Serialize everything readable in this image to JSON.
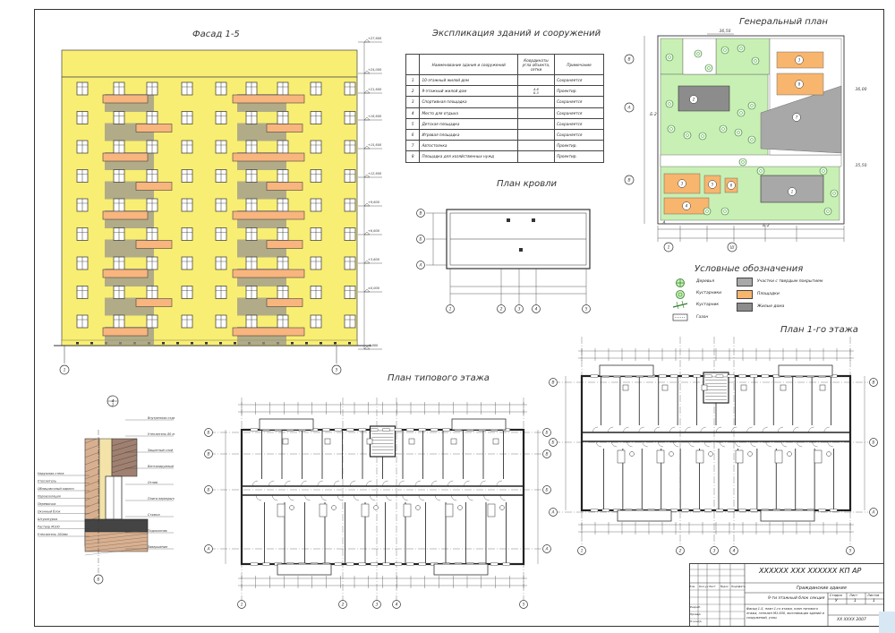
{
  "titles": {
    "facade": "Фасад 1-5",
    "explication": "Экспликация зданий и сооружений",
    "general_plan": "Генеральный  план",
    "roof_plan": "План кровли",
    "legend": "Условные обозначения",
    "first_floor_plan": "План 1-го этажа",
    "typical_floor_plan": "План типового этажа"
  },
  "explication": {
    "headers": [
      "Наименование здания и сооружений",
      "Координаты угла объекта, сетки",
      "Примечание"
    ],
    "rows": [
      [
        "1",
        "10-этажный жилой дом",
        "",
        "Сохраняется"
      ],
      [
        "2",
        "9-этажный жилой дом",
        "А-6\nБ-3",
        "Проектир."
      ],
      [
        "3",
        "Спортивная площадка",
        "",
        "Сохраняется"
      ],
      [
        "4",
        "Место для отдыха",
        "",
        "Сохраняется"
      ],
      [
        "5",
        "Детская площадка",
        "",
        "Сохраняется"
      ],
      [
        "6",
        "Игровая площадка",
        "",
        "Сохраняется"
      ],
      [
        "7",
        "Автостоянка",
        "",
        "Проектир."
      ],
      [
        "8",
        "Площадка для хозяйственных нужд",
        "",
        "Проектир."
      ]
    ]
  },
  "elevation_marks": [
    "+27,600",
    "+24,000",
    "+21,600",
    "+18,600",
    "+15,600",
    "+12,600",
    "+9,600",
    "+6,600",
    "+3,600",
    "±0,000",
    "-0,800"
  ],
  "facade_axes": [
    "1",
    "5"
  ],
  "roof_axes_rows": [
    "В",
    "Б",
    "А"
  ],
  "roof_axes_cols": [
    "1",
    "2",
    "3",
    "4",
    "5"
  ],
  "gp_marks": [
    "36,50",
    "36,00",
    "35,50"
  ],
  "gp_rows": [
    "В",
    "Б-2",
    "А"
  ],
  "gp_cols": [
    "1",
    "Ш"
  ],
  "gp_numbers": [
    "1",
    "2",
    "3",
    "4",
    "5",
    "6",
    "7",
    "8"
  ],
  "gp_b2": "Б-2",
  "legend": {
    "left": [
      "Деревья",
      "Кустарники",
      "Кустарник",
      "Газон"
    ],
    "right": [
      "Участки с твердым покрытием",
      "Площадки",
      "Жилые дома"
    ]
  },
  "node_id": {
    "top": "4",
    "bottom": "2"
  },
  "wall_labels": {
    "left": [
      "Наружная стена",
      "Утеплитель",
      "Облицовочный кирпич",
      "Пароизоляция",
      "Перемычка",
      "Оконный блок",
      "Штукатурка",
      "Раствор М100",
      "Утеплитель 100мм"
    ],
    "right": [
      "Внутренняя отделка",
      "Утеплитель 80 мм",
      "Защитный слой",
      "Вентилируемый зазор",
      "Отлив",
      "Плита перекрытия",
      "Стяжка",
      "Подоконник",
      "Завершение"
    ],
    "axis": "Б"
  },
  "plan_axes": {
    "typical_rows": [
      "Б",
      "В",
      "Б",
      "А"
    ],
    "typical_cols": [
      "1",
      "2",
      "3",
      "4",
      "5"
    ],
    "first_rows": [
      "В",
      "Б",
      "А"
    ],
    "first_cols": [
      "1",
      "2",
      "3",
      "4",
      "5"
    ]
  },
  "stamp": {
    "code": "ХХХХХХ  ХХХ  ХХХХХХ  КП АР",
    "title": "Гражданские здания",
    "object": "9-ти этажный блок секция",
    "sheet_content": "Фасад 1-5, план 1-го этажа, план типового этажа, генплан М1:500, экспликация зданий и сооружений, узлы",
    "headers": [
      "Стадия",
      "Лист",
      "Листов"
    ],
    "values": [
      "У",
      "1",
      "1"
    ],
    "org": "ХХ ХХХХ 2007",
    "left_cells": [
      "Изм.",
      "Кол.уч",
      "Лист",
      "№док",
      "Подп.",
      "Дата",
      "Разраб.",
      "Провер.",
      "Н.контр."
    ]
  },
  "colors": {
    "facade_wall": "#f8ee73",
    "balcony": "#f8b57e",
    "shadow": "#9a958d",
    "green": "#c8f0b4",
    "orange": "#f7b56e",
    "grey": "#a8a8a8"
  }
}
